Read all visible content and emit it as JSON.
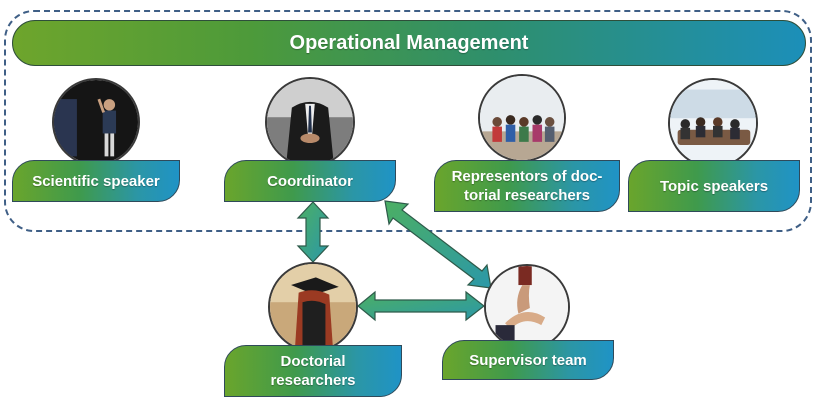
{
  "banner": {
    "title": "Operational Management"
  },
  "roles": {
    "scientific_speaker": "Scientific speaker",
    "coordinator": "Coordinator",
    "representors": "Representors of doc-\ntorial researchers",
    "topic_speakers": "Topic speakers",
    "doctorial_researchers": "Doctorial\nresearchers",
    "supervisor_team": "Supervisor team"
  },
  "colors": {
    "gradient_start": "#6aa52c",
    "gradient_end": "#1f93c6",
    "arrow_fill": "#3aa17e",
    "frame_dash": "#3f5f86"
  }
}
